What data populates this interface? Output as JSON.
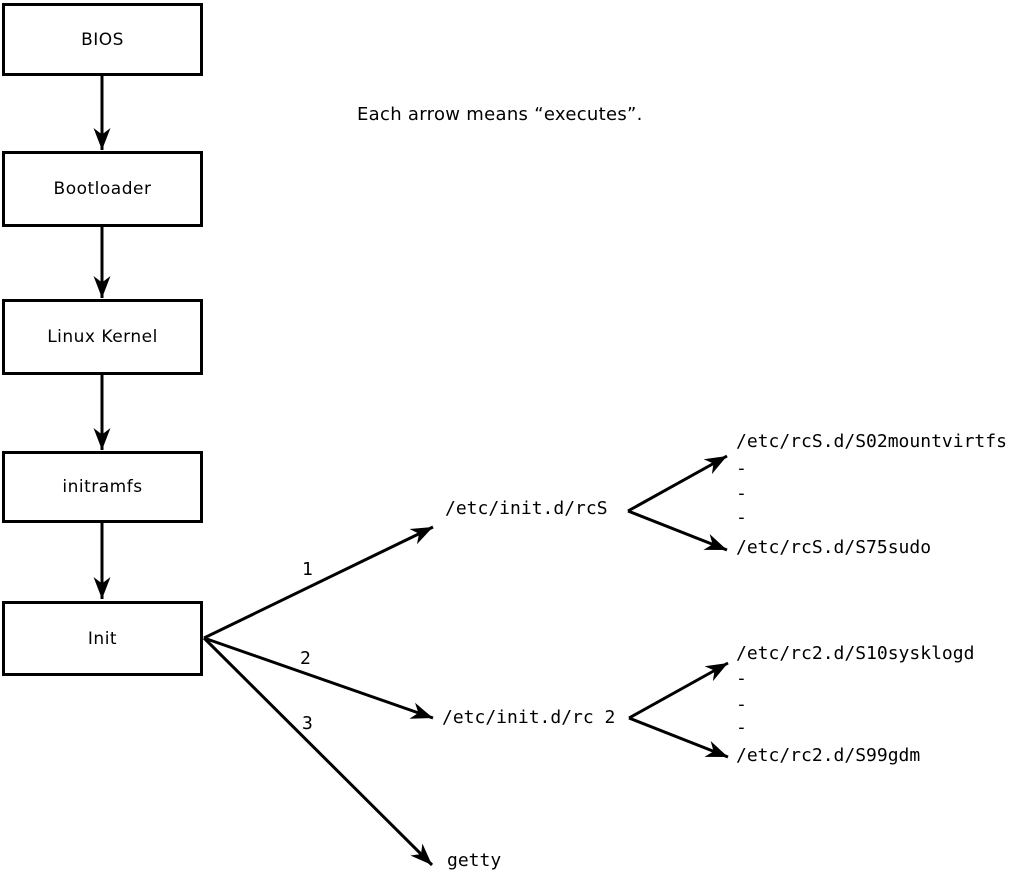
{
  "note": "Each arrow means “executes”.",
  "boxes": [
    {
      "label": "BIOS"
    },
    {
      "label": "Bootloader"
    },
    {
      "label": "Linux Kernel"
    },
    {
      "label": "initramfs"
    },
    {
      "label": "Init"
    }
  ],
  "branches": [
    {
      "order": "1",
      "target": "/etc/init.d/rcS",
      "children": [
        "/etc/rcS.d/S02mountvirtfs",
        "-",
        "-",
        "-",
        "/etc/rcS.d/S75sudo"
      ]
    },
    {
      "order": "2",
      "target": "/etc/init.d/rc 2",
      "children": [
        "/etc/rc2.d/S10sysklogd",
        "-",
        "-",
        "-",
        "/etc/rc2.d/S99gdm"
      ]
    },
    {
      "order": "3",
      "target": "getty",
      "children": []
    }
  ],
  "colors": {
    "line": "#000000",
    "background": "#ffffff",
    "box_fill": "#ffffff",
    "text": "#000000"
  }
}
